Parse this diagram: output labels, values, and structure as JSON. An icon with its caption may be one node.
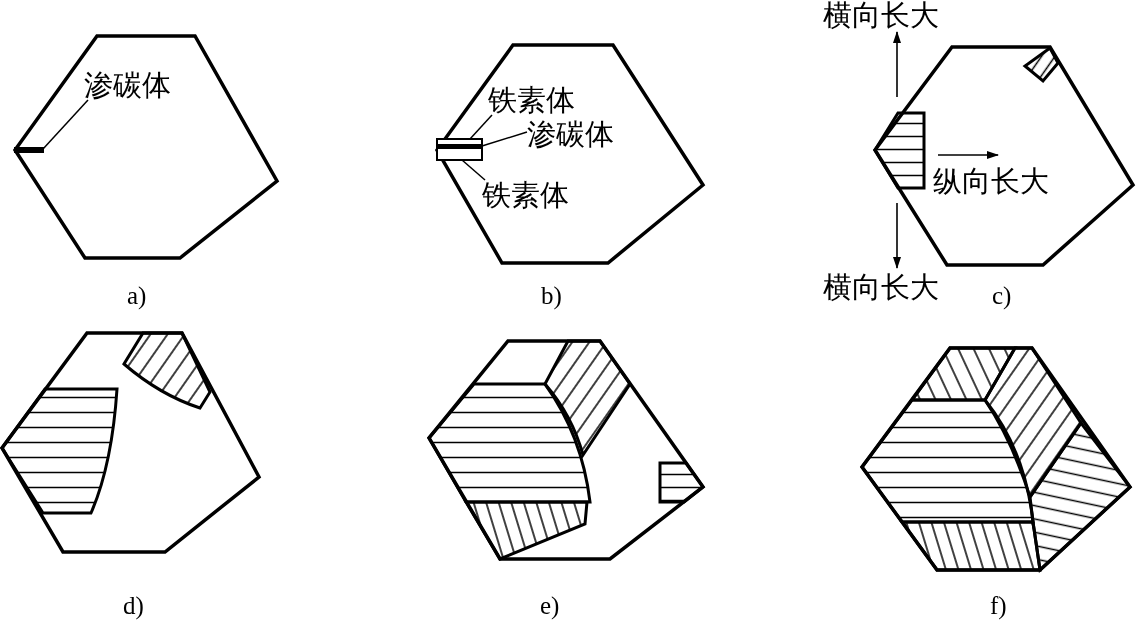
{
  "diagram": {
    "nodes": [
      {
        "text": [
          "渗碳体"
        ]
      },
      {
        "text": [],
        "shape": "bar"
      },
      {
        "text": [
          "铁素体"
        ]
      },
      {
        "text": [
          "渗碳体"
        ]
      },
      {
        "text": [
          "铁素体"
        ]
      },
      {
        "text": [],
        "shape": "bar"
      },
      {
        "text": [],
        "shape": "bar"
      },
      {
        "text": [],
        "shape": "bar"
      }
    ],
    "edges": [
      {
        "from": 0,
        "to": 1,
        "arrow": "none"
      },
      {
        "from": 2,
        "to": 5,
        "arrow": "none"
      },
      {
        "from": 3,
        "to": 6,
        "arrow": "none"
      },
      {
        "from": 4,
        "to": 7,
        "arrow": "none"
      }
    ],
    "labels": [
      "横向长大",
      "纵向长大",
      "a)",
      "b)",
      "横向长大",
      "c)",
      "d)",
      "e)",
      "f)"
    ]
  }
}
